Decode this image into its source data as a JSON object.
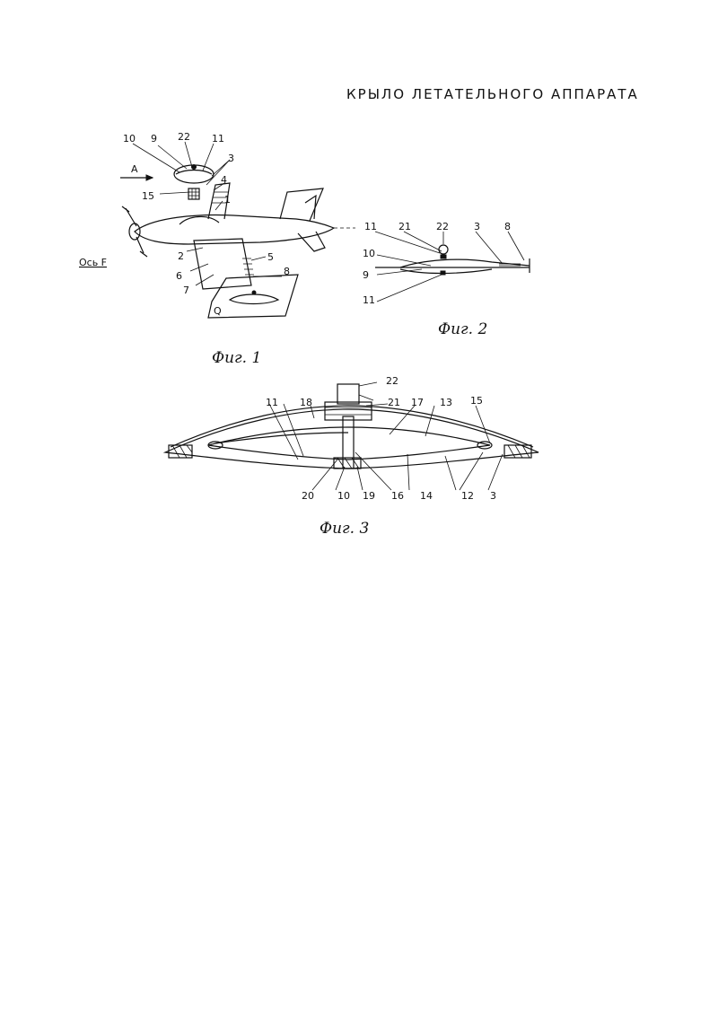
{
  "title": "КРЫЛО ЛЕТАТЕЛЬНОГО АППАРАТА",
  "fig1": {
    "caption": "Фиг. 1",
    "arrow_label": "A",
    "axis_label": "Ось F",
    "panel_label": "Q",
    "labels": [
      "10",
      "9",
      "22",
      "11",
      "3",
      "4",
      "15",
      "1",
      "2",
      "5",
      "6",
      "8",
      "7"
    ]
  },
  "fig2": {
    "caption": "Фиг. 2",
    "labels": [
      "11",
      "21",
      "22",
      "3",
      "8",
      "10",
      "9",
      "11"
    ]
  },
  "fig3": {
    "caption": "Фиг. 3",
    "labels": [
      "22",
      "11",
      "18",
      "21",
      "17",
      "13",
      "15",
      "20",
      "10",
      "19",
      "16",
      "14",
      "12",
      "3"
    ]
  }
}
